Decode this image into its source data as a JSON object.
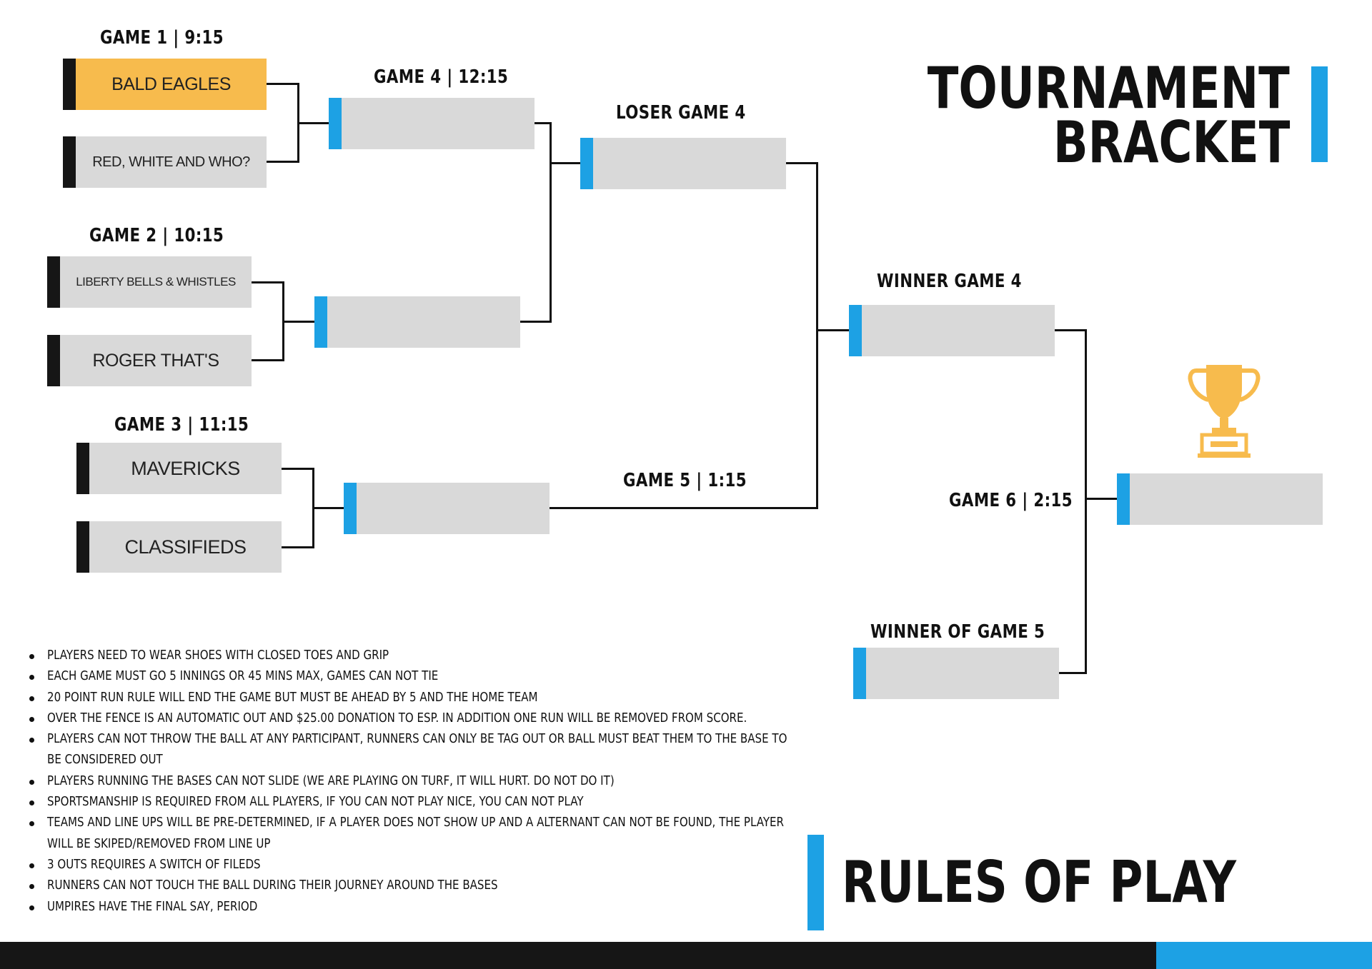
{
  "title": {
    "line1": "TOURNAMENT",
    "line2": "BRACKET"
  },
  "rules_heading": "RULES OF PLAY",
  "games": {
    "g1": "GAME 1  | 9:15",
    "g2": "GAME 2 | 10:15",
    "g3": "GAME 3 | 11:15",
    "g4": "GAME 4 | 12:15",
    "g5": "GAME 5 | 1:15",
    "g6": "GAME 6 | 2:15",
    "loser_g4": "LOSER GAME 4",
    "winner_g4": "WINNER GAME 4",
    "winner_g5": "WINNER OF GAME 5"
  },
  "teams": {
    "t1": "BALD EAGLES",
    "t2": "RED, WHITE AND WHO?",
    "t3": "LIBERTY BELLS & WHISTLES",
    "t4": "ROGER THAT'S",
    "t5": "MAVERICKS",
    "t6": "CLASSIFIEDS"
  },
  "rules": [
    "PLAYERS NEED TO WEAR SHOES WITH CLOSED TOES AND GRIP",
    "EACH GAME MUST GO 5 INNINGS OR 45 MINS MAX, GAMES CAN NOT TIE",
    "20 POINT RUN RULE WILL END THE GAME BUT MUST BE AHEAD BY 5 AND THE HOME TEAM",
    "OVER THE FENCE IS AN AUTOMATIC OUT AND $25.00 DONATION TO ESP. IN ADDITION ONE RUN WILL BE REMOVED FROM SCORE.",
    "PLAYERS CAN NOT THROW THE BALL AT ANY PARTICIPANT, RUNNERS CAN ONLY BE TAG OUT OR BALL MUST BEAT THEM TO THE BASE TO BE CONSIDERED OUT",
    "PLAYERS RUNNING THE BASES CAN NOT SLIDE (WE ARE PLAYING ON TURF, IT WILL HURT. DO NOT DO IT)",
    "SPORTSMANSHIP IS REQUIRED FROM ALL PLAYERS, IF YOU CAN NOT PLAY NICE, YOU CAN NOT PLAY",
    "TEAMS AND LINE UPS WILL BE PRE-DETERMINED, IF A PLAYER DOES NOT SHOW UP AND A ALTERNANT CAN NOT BE FOUND, THE PLAYER WILL BE SKIPED/REMOVED FROM LINE UP",
    "3 OUTS REQUIRES A SWITCH OF FILEDS",
    "RUNNERS CAN NOT TOUCH THE BALL DURING THEIR JOURNEY AROUND THE BASES",
    "UMPIRES HAVE THE FINAL SAY, PERIOD"
  ],
  "colors": {
    "accent_blue": "#1da1e4",
    "gold": "#f7bb4d",
    "slot_gray": "#d9d9d9",
    "dark": "#161616"
  },
  "icons": {
    "trophy": "trophy-icon"
  }
}
